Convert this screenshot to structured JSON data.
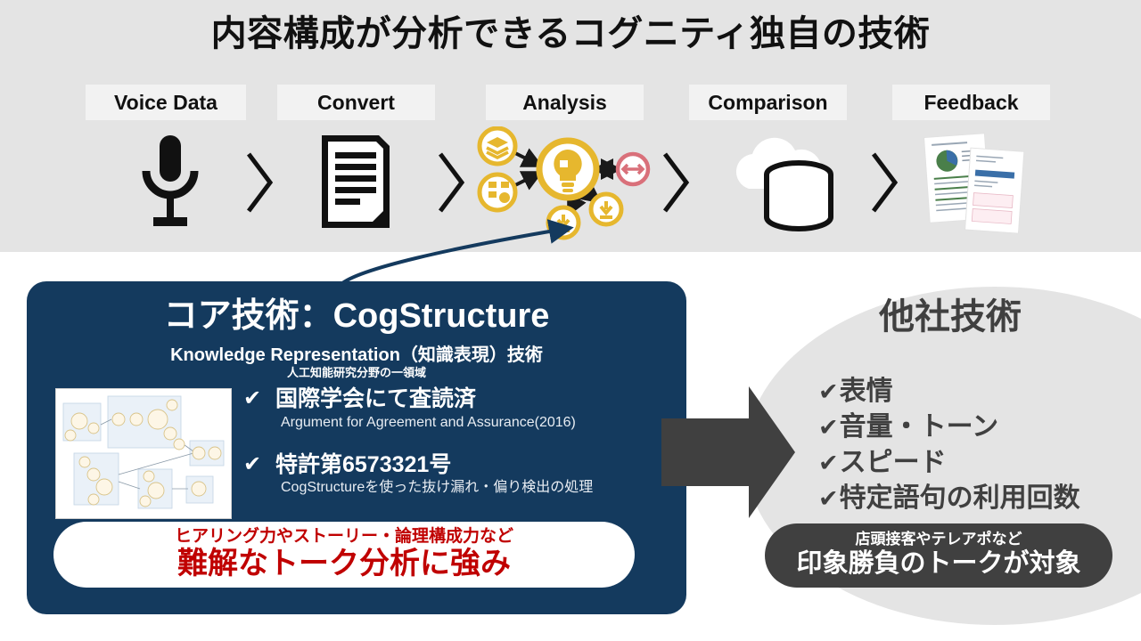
{
  "slide": {
    "title": "内容構成が分析できるコグニティ独自の技術",
    "background_top": "#e4e4e4",
    "background_bottom": "#ffffff"
  },
  "pipeline": {
    "stages": [
      {
        "label": "Voice Data",
        "icon": "microphone-icon"
      },
      {
        "label": "Convert",
        "icon": "document-icon"
      },
      {
        "label": "Analysis",
        "icon": "knowledge-graph-icon"
      },
      {
        "label": "Comparison",
        "icon": "cloud-database-icon"
      },
      {
        "label": "Feedback",
        "icon": "report-pages-icon"
      }
    ],
    "separator_icon": "chevron-right-icon",
    "separator_count": 4
  },
  "core_panel": {
    "title": "コア技術：CogStructure",
    "subtitle": "Knowledge Representation（知識表現）技術",
    "subtitle2": "人工知能研究分野の一領域",
    "thumbnail_icon": "knowledge-graph-thumbnail",
    "accent_color": "#143a5e",
    "features": [
      {
        "check": "✔",
        "main": "国際学会にて査読済",
        "sub": "Argument for Agreement and Assurance(2016)"
      },
      {
        "check": "✔",
        "main": "特許第6573321号",
        "sub": "CogStructureを使った抜け漏れ・偏り検出の処理"
      }
    ],
    "callout": {
      "top": "ヒアリング力やストーリー・論理構成力など",
      "main": "難解なトーク分析に強み",
      "color": "#c00000"
    }
  },
  "competitor": {
    "title": "他社技術",
    "accent_color": "#404040",
    "items": [
      {
        "check": "✔",
        "label": "表情"
      },
      {
        "check": "✔",
        "label": "音量・トーン"
      },
      {
        "check": "✔",
        "label": "スピード"
      },
      {
        "check": "✔",
        "label": "特定語句の利用回数"
      }
    ],
    "callout": {
      "top": "店頭接客やテレアポなど",
      "main": "印象勝負のトークが対象"
    }
  },
  "connectors": {
    "big_arrow_icon": "arrow-right-comparison",
    "curved_arrow_icon": "curved-arrow-up-right"
  }
}
